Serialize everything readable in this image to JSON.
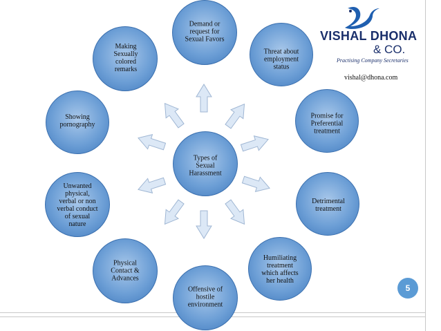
{
  "slide": {
    "center_label": "Types of\nSexual\nHarassment",
    "items": [
      "Demand or\nrequest for\nSexual Favors",
      "Threat about\nemployment\nstatus",
      "Promise for\nPreferential\ntreatment",
      "Detrimental\ntreatment",
      "Humiliating\ntreatment\nwhich affects\nher health",
      "Offensive of\nhostile\nenvironment",
      "Physical\nContact &\nAdvances",
      "Unwanted\nphysical,\nverbal or non\nverbal conduct\nof sexual\nnature",
      "Showing\npornography",
      "Making\nSexually\ncolored\nremarks"
    ]
  },
  "logo": {
    "name": "VISHAL DHONA",
    "co": "& CO.",
    "tagline": "Practising Company Secretaries",
    "icon": "swan-logo-icon"
  },
  "email": "vishal@dhona.com",
  "page_number": "5",
  "colors": {
    "circle_light": "#a9c8ea",
    "circle_dark": "#3f79bd",
    "arrow": "#dce8f6",
    "brand": "#1a2f6b",
    "badge": "#5b9bd5"
  }
}
